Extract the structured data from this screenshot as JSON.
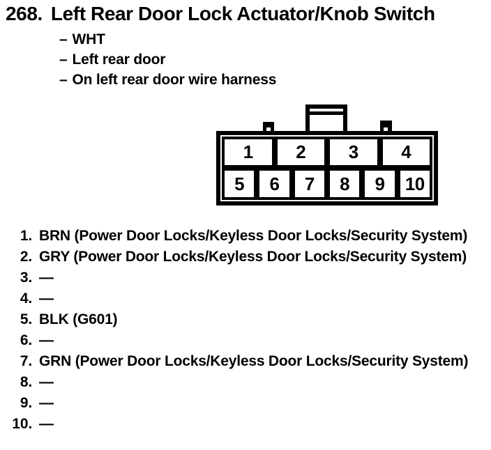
{
  "header": {
    "item_number": "268.",
    "title": "Left Rear Door Lock Actuator/Knob Switch",
    "bullet_prefix": "–",
    "details": [
      "WHT",
      "Left rear door",
      "On left rear door wire harness"
    ]
  },
  "connector": {
    "top_row_pins": [
      "1",
      "2",
      "3",
      "4"
    ],
    "bottom_row_pins": [
      "5",
      "6",
      "7",
      "8",
      "9",
      "10"
    ]
  },
  "pin_list": [
    {
      "num": "1.",
      "desc": "BRN (Power Door Locks/Keyless Door Locks/Security System)"
    },
    {
      "num": "2.",
      "desc": "GRY (Power Door Locks/Keyless Door Locks/Security System)"
    },
    {
      "num": "3.",
      "desc": "—"
    },
    {
      "num": "4.",
      "desc": "—"
    },
    {
      "num": "5.",
      "desc": "BLK (G601)"
    },
    {
      "num": "6.",
      "desc": "—"
    },
    {
      "num": "7.",
      "desc": "GRN (Power Door Locks/Keyless Door Locks/Security System)"
    },
    {
      "num": "8.",
      "desc": "—"
    },
    {
      "num": "9.",
      "desc": "—"
    },
    {
      "num": "10.",
      "desc": "—"
    }
  ],
  "colors": {
    "ink": "#000000",
    "paper": "#ffffff"
  }
}
